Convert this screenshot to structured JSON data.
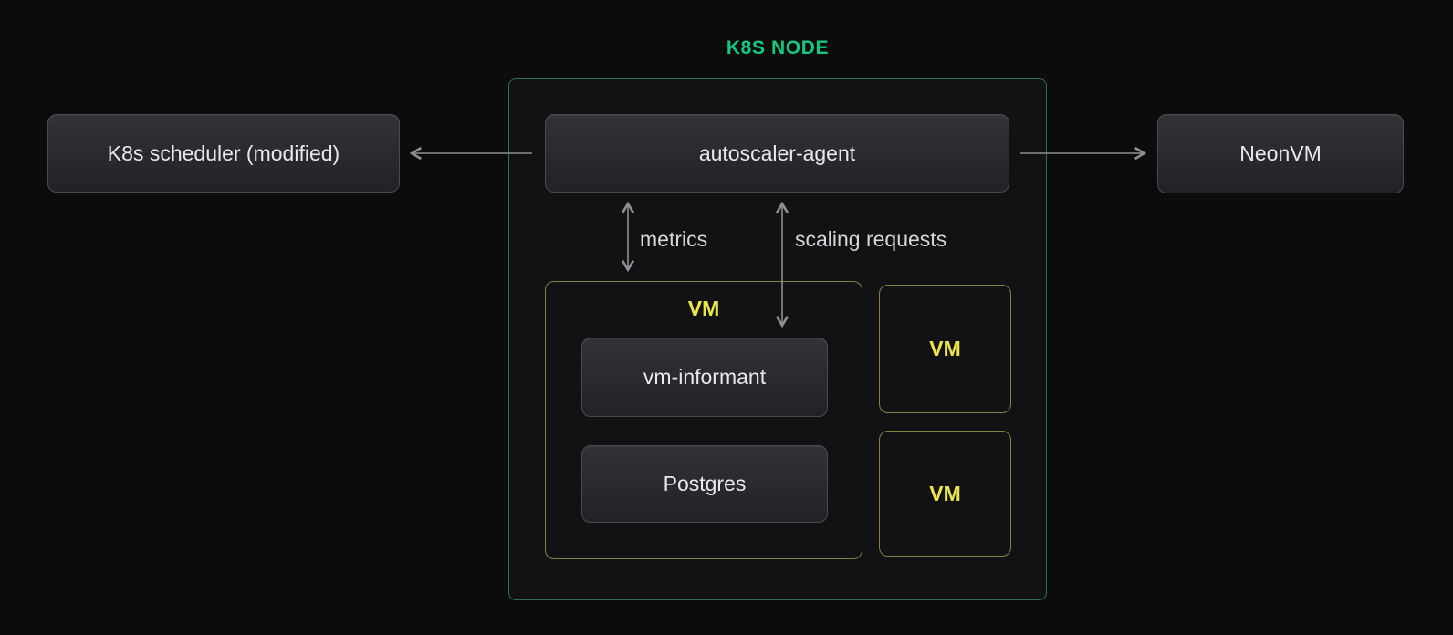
{
  "title": "K8S NODE",
  "nodes": {
    "scheduler": {
      "label": "K8s scheduler (modified)"
    },
    "autoscaler_agent": {
      "label": "autoscaler-agent"
    },
    "neonvm": {
      "label": "NeonVM"
    },
    "vm_group": {
      "label": "VM"
    },
    "vm_informant": {
      "label": "vm-informant"
    },
    "postgres": {
      "label": "Postgres"
    },
    "vm_1": {
      "label": "VM"
    },
    "vm_2": {
      "label": "VM"
    }
  },
  "edge_labels": {
    "metrics": "metrics",
    "scaling_requests": "scaling requests"
  },
  "colors": {
    "accent_green": "#16c87e",
    "container_border": "#2f6e50",
    "vm_border": "#85813f",
    "vm_label": "#eae44e",
    "arrow": "#8e8f93",
    "edge_label": "#d5d6d9",
    "node_text": "#e8e9eb"
  }
}
